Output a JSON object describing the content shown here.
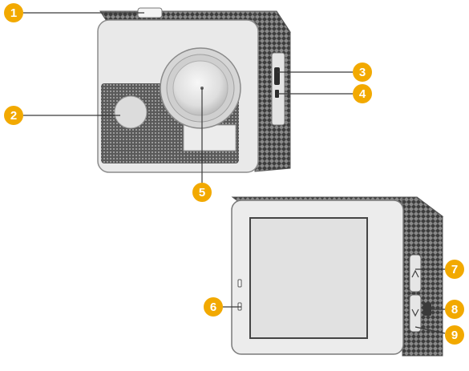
{
  "diagram": {
    "callouts": [
      {
        "id": 1,
        "label": "1",
        "part": "shutter-button"
      },
      {
        "id": 2,
        "label": "2",
        "part": "front-window"
      },
      {
        "id": 3,
        "label": "3",
        "part": "side-port-upper"
      },
      {
        "id": 4,
        "label": "4",
        "part": "side-port-lower"
      },
      {
        "id": 5,
        "label": "5",
        "part": "lens"
      },
      {
        "id": 6,
        "label": "6",
        "part": "indicator-light"
      },
      {
        "id": 7,
        "label": "7",
        "part": "up-button"
      },
      {
        "id": 8,
        "label": "8",
        "part": "side-button"
      },
      {
        "id": 9,
        "label": "9",
        "part": "down-button"
      }
    ],
    "colors": {
      "callout_fill": "#f2a900",
      "callout_line": "#3a3a3a",
      "body_face": "#e8e8e8",
      "texture": "#4a4a4a",
      "screen": "#e2e2e2"
    }
  }
}
